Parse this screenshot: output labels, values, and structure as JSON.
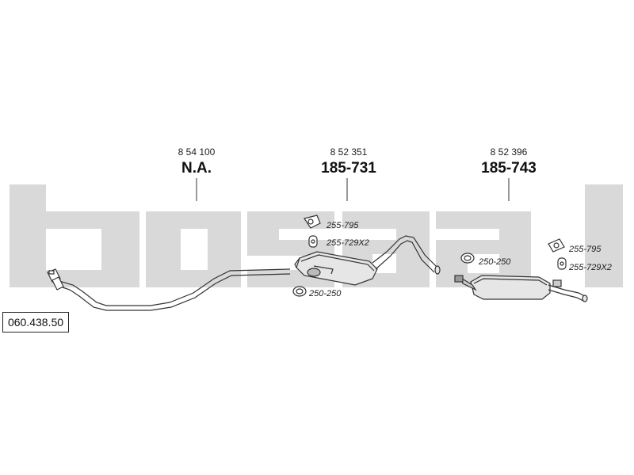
{
  "reference_number": "060.438.50",
  "watermark_brand": "bosal",
  "sections": [
    {
      "part_no": "8 54 100",
      "code": "N.A."
    },
    {
      "part_no": "8 52 351",
      "code": "185-731"
    },
    {
      "part_no": "8 52 396",
      "code": "185-743"
    }
  ],
  "fittings": [
    {
      "code": "255-795"
    },
    {
      "code": "255-729X2"
    },
    {
      "code": "250-250"
    },
    {
      "code": "250-250"
    },
    {
      "code": "255-795"
    },
    {
      "code": "255-729X2"
    }
  ],
  "colors": {
    "watermark": "#d9d9d9",
    "line": "#333333"
  }
}
